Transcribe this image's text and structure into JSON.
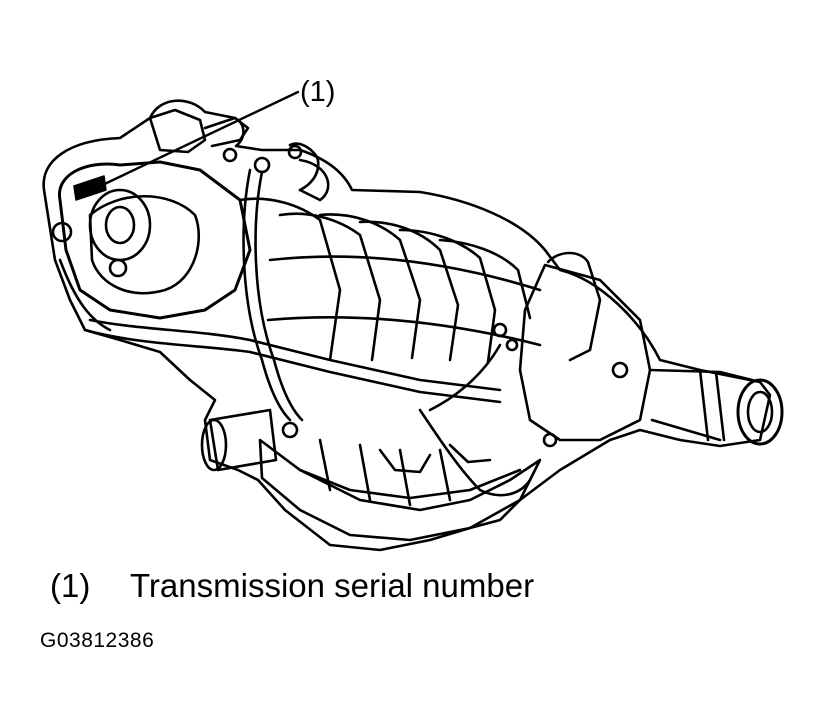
{
  "callout": {
    "number": "(1)"
  },
  "legend": {
    "number": "(1)",
    "text": "Transmission serial number"
  },
  "figure_id": "G03812386",
  "colors": {
    "ink": "#000000",
    "paper": "#ffffff"
  }
}
